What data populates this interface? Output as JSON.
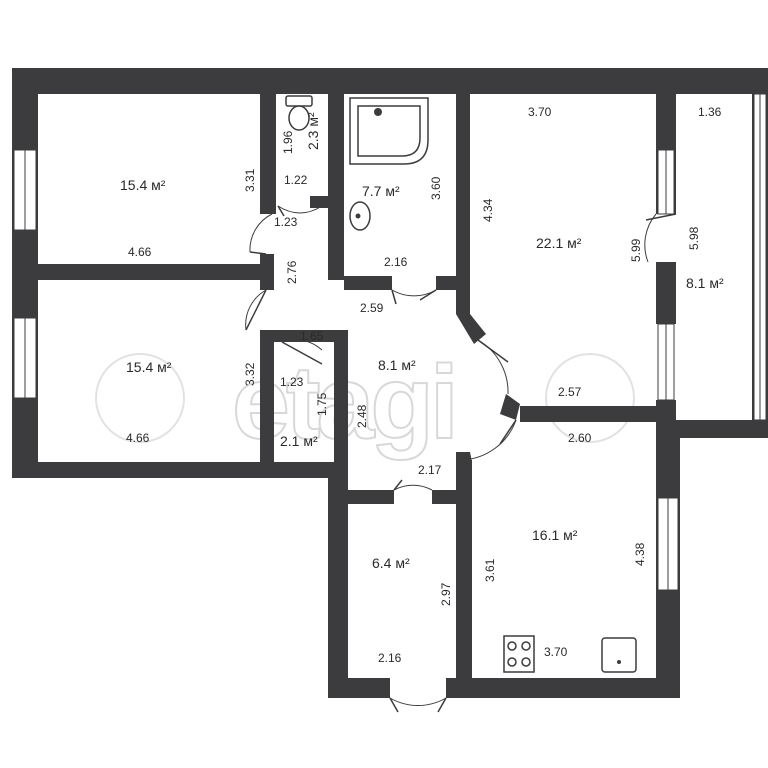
{
  "watermark": "etagi",
  "rooms": [
    {
      "id": "room-bedroom-top",
      "area": "15.4 м²",
      "dims": [
        "4.66",
        "3.31"
      ]
    },
    {
      "id": "room-bedroom-bottom",
      "area": "15.4 м²",
      "dims": [
        "4.66",
        "3.32"
      ]
    },
    {
      "id": "room-toilet",
      "area": "2.3 м²",
      "dims": [
        "1.96",
        "1.22",
        "1.23"
      ]
    },
    {
      "id": "room-bathroom",
      "area": "7.7 м²",
      "dims": [
        "3.60",
        "2.16"
      ]
    },
    {
      "id": "room-living",
      "area": "22.1 м²",
      "dims": [
        "3.70",
        "4.34",
        "5.99",
        "2.57"
      ]
    },
    {
      "id": "room-balcony",
      "area": "8.1 м²",
      "dims": [
        "1.36",
        "5.98"
      ]
    },
    {
      "id": "room-hallway",
      "area": "8.1 м²",
      "dims": [
        "2.76",
        "2.59",
        "1.65",
        "2.48",
        "2.17"
      ]
    },
    {
      "id": "room-closet",
      "area": "2.1 м²",
      "dims": [
        "1.23",
        "1.75"
      ]
    },
    {
      "id": "room-entry",
      "area": "6.4 м²",
      "dims": [
        "2.97",
        "2.16"
      ]
    },
    {
      "id": "room-kitchen",
      "area": "16.1 м²",
      "dims": [
        "2.60",
        "4.38",
        "3.61",
        "3.70"
      ]
    }
  ]
}
